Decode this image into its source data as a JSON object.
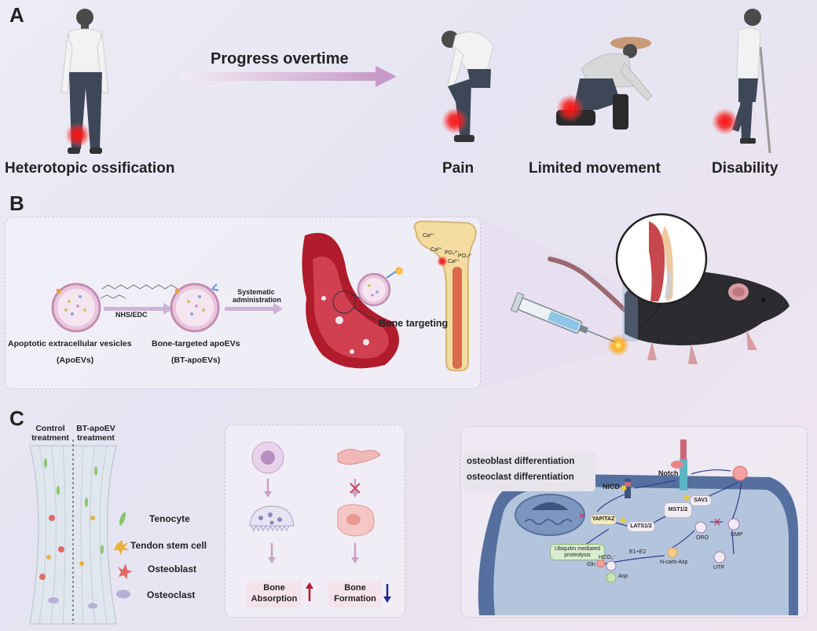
{
  "panel_a": {
    "letter": "A",
    "arrow_label": "Progress overtime",
    "figures": [
      {
        "caption": "Heterotopic ossification"
      },
      {
        "caption": "Pain"
      },
      {
        "caption": "Limited movement"
      },
      {
        "caption": "Disability"
      }
    ]
  },
  "panel_b": {
    "letter": "B",
    "reaction_label": "NHS/EDC",
    "admin_label_1": "Systematic",
    "admin_label_2": "administration",
    "vesicle_1_name": "Apoptotic extracellular vesicles",
    "vesicle_1_abbr": "(ApoEVs)",
    "vesicle_2_name": "Bone-targeted apoEVs",
    "vesicle_2_abbr": "(BT-apoEVs)",
    "targeting_label": "Bone targeting",
    "bone_ions": [
      "Ca²⁺",
      "Ca²⁺",
      "PO₄³⁻",
      "PO₄³⁻",
      "Ca²⁺"
    ]
  },
  "panel_c": {
    "letter": "C",
    "control_label_1": "Control",
    "control_label_2": "treatment",
    "treated_label_1": "BT-apoEV",
    "treated_label_2": "treatment",
    "legend": [
      {
        "name": "Tenocyte",
        "color": "#8cc46c"
      },
      {
        "name": "Tendon stem cell",
        "color": "#e8b23c"
      },
      {
        "name": "Osteoblast",
        "color": "#e06a6a"
      },
      {
        "name": "Osteoclast",
        "color": "#b9b0d6"
      }
    ],
    "bone_absorption_1": "Bone",
    "bone_absorption_2": "Absorption",
    "bone_formation_1": "Bone",
    "bone_formation_2": "Formation",
    "callout_1": "osteoblast differentiation",
    "callout_2": "osteoclast differentiation",
    "pathway": {
      "notch": "Notch",
      "nicd": "NICD",
      "sav1": "SAV1",
      "mst": "MST1/2",
      "lats": "LATS1/2",
      "yap": "YAP/TAZ",
      "ubiq_1": "Ubiquitin mediated",
      "ubiq_2": "proteolysis",
      "e1e2": "E1+E2",
      "ncarb": "N-carb-Asp",
      "oro": "ORO",
      "ump": "UMP",
      "utp": "UTP",
      "gln": "Gln",
      "hco3": "HCO₃⁻",
      "asp": "Asp"
    }
  }
}
